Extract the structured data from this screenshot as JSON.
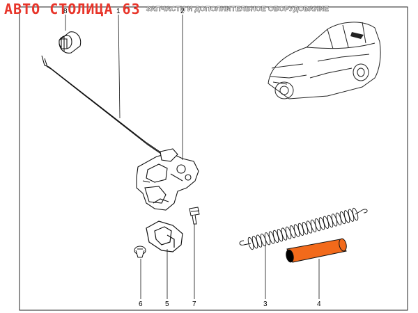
{
  "brand": {
    "logo_text": "АВТО СТОЛИЦА 63",
    "tagline": "ЗАПЧАСТИ И ДОПОЛНИТЕЛЬНОЕ ОБОРУДОВАНИЕ"
  },
  "diagram": {
    "callouts": [
      {
        "id": "1",
        "label": "1"
      },
      {
        "id": "2",
        "label": "2"
      },
      {
        "id": "3",
        "label": "3"
      },
      {
        "id": "4",
        "label": "4"
      },
      {
        "id": "5",
        "label": "5"
      },
      {
        "id": "6",
        "label": "6"
      },
      {
        "id": "7",
        "label": "7"
      },
      {
        "id": "8",
        "label": "8"
      }
    ],
    "highlight_color": "#f26a1b",
    "line_color": "#111111",
    "logo_color": "#e8352a"
  }
}
